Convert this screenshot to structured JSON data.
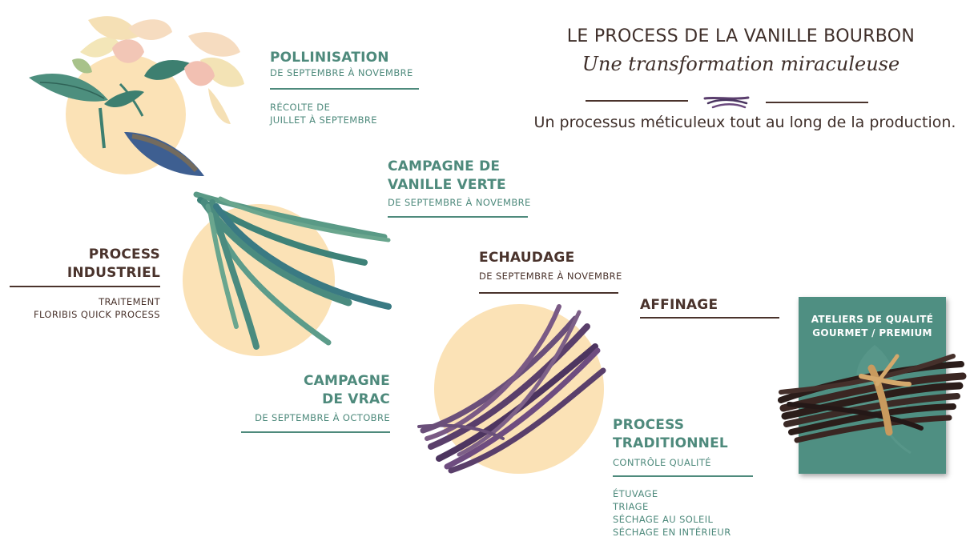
{
  "header": {
    "title": "LE PROCESS DE LA VANILLE BOURBON",
    "subtitle": "Une transformation miraculeuse",
    "tagline": "Un processus méticuleux tout au long de la production."
  },
  "steps": {
    "pollinisation": {
      "title": "POLLINISATION",
      "period": "DE SEPTEMBRE À NOVEMBRE",
      "harvest_line1": "RÉCOLTE DE",
      "harvest_line2": "JUILLET À SEPTEMBRE"
    },
    "vanille_verte": {
      "title_line1": "CAMPAGNE DE",
      "title_line2": "VANILLE VERTE",
      "period": "DE SEPTEMBRE À NOVEMBRE"
    },
    "process_industriel": {
      "title_line1": "PROCESS",
      "title_line2": "INDUSTRIEL",
      "detail_line1": "TRAITEMENT",
      "detail_line2": "FLORIBIS QUICK PROCESS"
    },
    "echaudage": {
      "title": "ECHAUDAGE",
      "period": "DE SEPTEMBRE À NOVEMBRE"
    },
    "affinage": {
      "title": "AFFINAGE"
    },
    "vrac": {
      "title_line1": "CAMPAGNE",
      "title_line2": "DE VRAC",
      "period": "DE SEPTEMBRE À OCTOBRE"
    },
    "process_traditionnel": {
      "title_line1": "PROCESS",
      "title_line2": "TRADITIONNEL",
      "control": "CONTRÔLE QUALITÉ",
      "steps": [
        "ÉTUVAGE",
        "TRIAGE",
        "SÉCHAGE AU SOLEIL",
        "SÉCHAGE EN INTÉRIEUR"
      ]
    }
  },
  "card": {
    "line1": "ATELIERS DE QUALITÉ",
    "line2": "GOURMET / PREMIUM"
  },
  "colors": {
    "green": "#4e8a7c",
    "brown": "#4a332c",
    "cream": "#fbe2b6",
    "card": "#4f8f82",
    "purple": "#5b3f6e"
  },
  "icons": [
    "orchid-flower-illustration",
    "green-vanilla-pods-illustration",
    "purple-vanilla-pods-illustration",
    "vanilla-bundle-illustration",
    "vanilla-pod-divider-icon"
  ]
}
